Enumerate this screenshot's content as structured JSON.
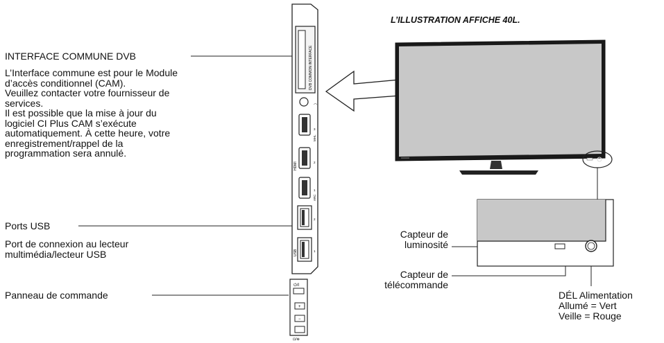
{
  "title": "L’ILLUSTRATION AFFICHE 40L.",
  "dvb": {
    "heading": "INTERFACE COMMUNE DVB",
    "lines": [
      "L’Interface commune est pour le Module",
      "d’accès conditionnel (CAM).",
      "Veuillez contacter votre fournisseur de",
      "services.",
      "Il est possible que la mise à jour du",
      "logiciel CI Plus CAM s’exécute",
      "automatiquement. À cette heure, votre",
      "enregistrement/rappel de la",
      "programmation sera annulé."
    ]
  },
  "usb": {
    "heading": "Ports USB",
    "lines": [
      "Port de connexion au lecteur",
      "multimédia/lecteur USB"
    ]
  },
  "panel": {
    "heading": "Panneau de commande"
  },
  "light_sensor": {
    "lines": [
      "Capteur de",
      "luminosité"
    ]
  },
  "remote_sensor": {
    "lines": [
      "Capteur de",
      "télécommande"
    ]
  },
  "led": {
    "lines": [
      "DÉL Alimentation",
      "Allumé = Vert",
      "Veille = Rouge"
    ]
  },
  "side_labels": {
    "dvb_slot": "DVB COMMON INTERFACE",
    "hdmi": "HDMI",
    "usb": "USB",
    "mhl": "MHL",
    "arc": "ARC",
    "port_numbers": [
      "3",
      "2",
      "1",
      "2",
      "1"
    ]
  },
  "panel_symbols": {
    "power": "⏻/I",
    "vol_plus": "+",
    "vol_minus": "−",
    "input": "⊡/⊕"
  },
  "colors": {
    "screen": "#c8c8c8",
    "bezel": "#1a1a1a",
    "stroke": "#222222"
  }
}
